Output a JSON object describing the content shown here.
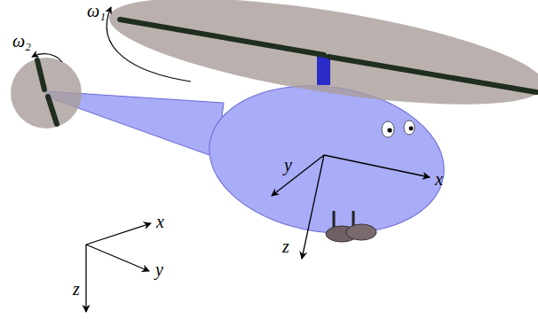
{
  "diagram": {
    "labels": [
      "ω₁",
      "ω₂",
      "y",
      "x",
      "z",
      "x",
      "y",
      "z"
    ]
  }
}
